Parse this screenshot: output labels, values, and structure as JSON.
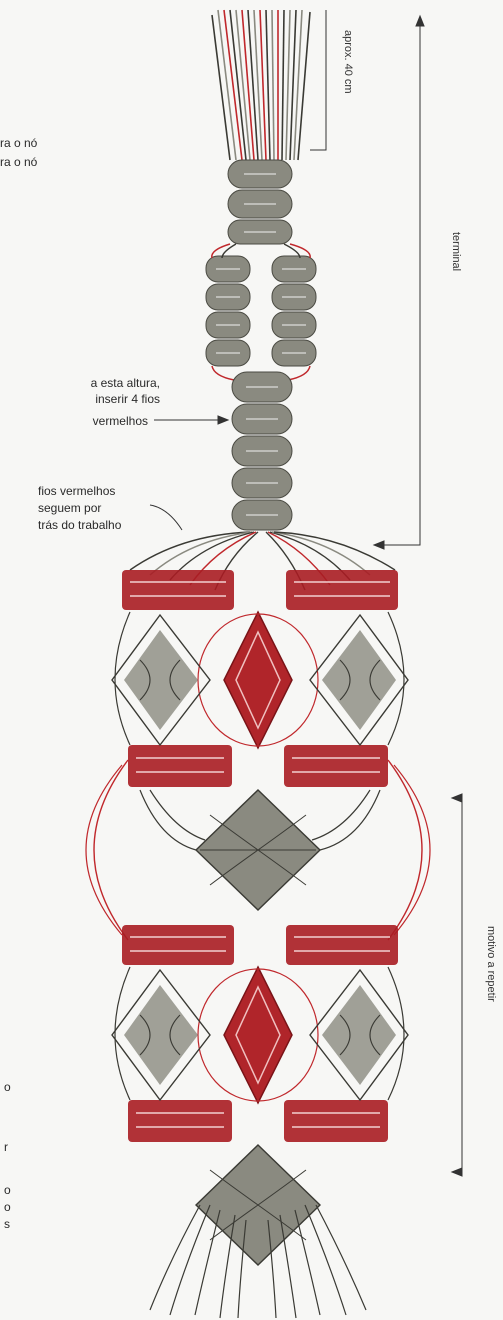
{
  "diagram": {
    "colors": {
      "background": "#f7f7f5",
      "cord_grey": "#8a8a80",
      "cord_dark": "#3a3a34",
      "cord_red": "#c0282c",
      "knot_red": "#a81c22",
      "arrow": "#333333"
    },
    "labels": {
      "left_top_1": "ra o nó",
      "left_top_2": "ra o nó",
      "insert_line1": "a esta altura,",
      "insert_line2": "inserir 4 fios",
      "insert_line3": "vermelhos",
      "red_line1": "fios vermelhos",
      "red_line2": "seguem por",
      "red_line3": "trás do trabalho",
      "approx": "aprox. 40 cm",
      "terminal": "terminal",
      "repeat": "motivo a repetir",
      "edge_1": "o",
      "edge_2": "r",
      "edge_3": "o",
      "edge_4": "o",
      "edge_5": "s"
    }
  }
}
